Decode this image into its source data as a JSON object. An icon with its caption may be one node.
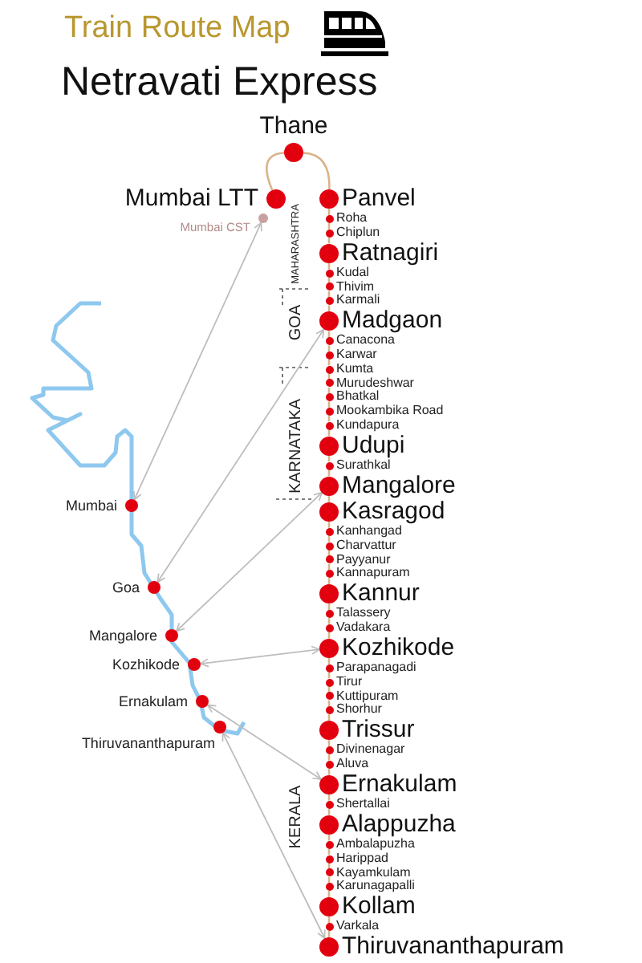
{
  "diagram": {
    "title": "Train Route Map",
    "nodes": [
      {
        "text": [],
        "shape": "circle",
        "beside": [
          "Thane"
        ]
      },
      {
        "text": [],
        "shape": "circle",
        "beside": [
          "Mumbai LTT"
        ]
      },
      {
        "text": [],
        "shape": "circle",
        "beside": [
          "Mumbai CST"
        ]
      },
      {
        "text": [],
        "shape": "circle",
        "beside": [
          "Panvel"
        ]
      },
      {
        "text": [],
        "shape": "circle",
        "beside": [
          "Roha"
        ]
      },
      {
        "text": [],
        "shape": "circle",
        "beside": [
          "Chiplun"
        ]
      },
      {
        "text": [],
        "shape": "circle",
        "beside": [
          "Ratnagiri"
        ]
      },
      {
        "text": [],
        "shape": "circle",
        "beside": [
          "Kudal"
        ]
      },
      {
        "text": [],
        "shape": "circle",
        "beside": [
          "Thivim"
        ]
      },
      {
        "text": [],
        "shape": "circle",
        "beside": [
          "Karmali"
        ]
      },
      {
        "text": [],
        "shape": "circle",
        "beside": [
          "Madgaon"
        ]
      },
      {
        "text": [],
        "shape": "circle",
        "beside": [
          "Canacona"
        ]
      },
      {
        "text": [],
        "shape": "circle",
        "beside": [
          "Karwar"
        ]
      },
      {
        "text": [],
        "shape": "circle",
        "beside": [
          "Kumta"
        ]
      },
      {
        "text": [],
        "shape": "circle",
        "beside": [
          "Murudeshwar"
        ]
      },
      {
        "text": [],
        "shape": "circle",
        "beside": [
          "Bhatkal"
        ]
      },
      {
        "text": [],
        "shape": "circle",
        "beside": [
          "Mookambika Road"
        ]
      },
      {
        "text": [],
        "shape": "circle",
        "beside": [
          "Kundapura"
        ]
      },
      {
        "text": [],
        "shape": "circle",
        "beside": [
          "Udupi"
        ]
      },
      {
        "text": [],
        "shape": "circle",
        "beside": [
          "Surathkal"
        ]
      },
      {
        "text": [],
        "shape": "circle",
        "beside": [
          "Mangalore"
        ]
      },
      {
        "text": [],
        "shape": "circle",
        "beside": [
          "Kasragod"
        ]
      },
      {
        "text": [],
        "shape": "circle",
        "beside": [
          "Kanhangad"
        ]
      },
      {
        "text": [],
        "shape": "circle",
        "beside": [
          "Charvattur"
        ]
      },
      {
        "text": [],
        "shape": "circle",
        "beside": [
          "Payyanur"
        ]
      },
      {
        "text": [],
        "shape": "circle",
        "beside": [
          "Kannapuram"
        ]
      },
      {
        "text": [],
        "shape": "circle",
        "beside": [
          "Kannur"
        ]
      },
      {
        "text": [],
        "shape": "circle",
        "beside": [
          "Talassery"
        ]
      },
      {
        "text": [],
        "shape": "circle",
        "beside": [
          "Vadakara"
        ]
      },
      {
        "text": [],
        "shape": "circle",
        "beside": [
          "Kozhikode"
        ]
      },
      {
        "text": [],
        "shape": "circle",
        "beside": [
          "Parapanagadi"
        ]
      },
      {
        "text": [],
        "shape": "circle",
        "beside": [
          "Tirur"
        ]
      },
      {
        "text": [],
        "shape": "circle",
        "beside": [
          "Kuttipuram"
        ]
      },
      {
        "text": [],
        "shape": "circle",
        "beside": [
          "Shorhur"
        ]
      },
      {
        "text": [],
        "shape": "circle",
        "beside": [
          "Trissur"
        ]
      },
      {
        "text": [],
        "shape": "circle",
        "beside": [
          "Divinenagar"
        ]
      },
      {
        "text": [],
        "shape": "circle",
        "beside": [
          "Aluva"
        ]
      },
      {
        "text": [],
        "shape": "circle",
        "beside": [
          "Ernakulam"
        ]
      },
      {
        "text": [],
        "shape": "circle",
        "beside": [
          "Shertallai"
        ]
      },
      {
        "text": [],
        "shape": "circle",
        "beside": [
          "Alappuzha"
        ]
      },
      {
        "text": [],
        "shape": "circle",
        "beside": [
          "Ambalapuzha"
        ]
      },
      {
        "text": [],
        "shape": "circle",
        "beside": [
          "Harippad"
        ]
      },
      {
        "text": [],
        "shape": "circle",
        "beside": [
          "Kayamkulam"
        ]
      },
      {
        "text": [],
        "shape": "circle",
        "beside": [
          "Karunagapalli"
        ]
      },
      {
        "text": [],
        "shape": "circle",
        "beside": [
          "Kollam"
        ]
      },
      {
        "text": [],
        "shape": "circle",
        "beside": [
          "Varkala"
        ]
      },
      {
        "text": [],
        "shape": "circle",
        "beside": [
          "Thiruvananthapuram"
        ]
      },
      {
        "text": [],
        "shape": "circle",
        "beside": [
          "Mumbai"
        ]
      },
      {
        "text": [],
        "shape": "circle",
        "beside": [
          "Goa"
        ]
      },
      {
        "text": [],
        "shape": "circle",
        "beside": [
          "Mangalore"
        ]
      },
      {
        "text": [],
        "shape": "circle",
        "beside": [
          "Kozhikode"
        ]
      },
      {
        "text": [],
        "shape": "circle",
        "beside": [
          "Ernakulam"
        ]
      },
      {
        "text": [],
        "shape": "circle",
        "beside": [
          "Thiruvananthapuram"
        ]
      }
    ],
    "edges": [
      {
        "from": 0,
        "to": 1,
        "arrow": "none"
      },
      {
        "from": 0,
        "to": 3,
        "arrow": "none"
      },
      {
        "from": 3,
        "to": 4,
        "arrow": "none"
      },
      {
        "from": 4,
        "to": 5,
        "arrow": "none"
      },
      {
        "from": 5,
        "to": 6,
        "arrow": "none"
      },
      {
        "from": 6,
        "to": 7,
        "arrow": "none"
      },
      {
        "from": 7,
        "to": 8,
        "arrow": "none"
      },
      {
        "from": 8,
        "to": 9,
        "arrow": "none"
      },
      {
        "from": 9,
        "to": 10,
        "arrow": "none"
      },
      {
        "from": 10,
        "to": 11,
        "arrow": "none"
      },
      {
        "from": 11,
        "to": 12,
        "arrow": "none"
      },
      {
        "from": 12,
        "to": 13,
        "arrow": "none"
      },
      {
        "from": 13,
        "to": 14,
        "arrow": "none"
      },
      {
        "from": 14,
        "to": 15,
        "arrow": "none"
      },
      {
        "from": 15,
        "to": 16,
        "arrow": "none"
      },
      {
        "from": 16,
        "to": 17,
        "arrow": "none"
      },
      {
        "from": 17,
        "to": 18,
        "arrow": "none"
      },
      {
        "from": 18,
        "to": 19,
        "arrow": "none"
      },
      {
        "from": 19,
        "to": 20,
        "arrow": "none"
      },
      {
        "from": 20,
        "to": 21,
        "arrow": "none"
      },
      {
        "from": 21,
        "to": 22,
        "arrow": "none"
      },
      {
        "from": 22,
        "to": 23,
        "arrow": "none"
      },
      {
        "from": 23,
        "to": 24,
        "arrow": "none"
      },
      {
        "from": 24,
        "to": 25,
        "arrow": "none"
      },
      {
        "from": 25,
        "to": 26,
        "arrow": "none"
      },
      {
        "from": 26,
        "to": 27,
        "arrow": "none"
      },
      {
        "from": 27,
        "to": 28,
        "arrow": "none"
      },
      {
        "from": 28,
        "to": 29,
        "arrow": "none"
      },
      {
        "from": 29,
        "to": 30,
        "arrow": "none"
      },
      {
        "from": 30,
        "to": 31,
        "arrow": "none"
      },
      {
        "from": 31,
        "to": 32,
        "arrow": "none"
      },
      {
        "from": 32,
        "to": 33,
        "arrow": "none"
      },
      {
        "from": 33,
        "to": 34,
        "arrow": "none"
      },
      {
        "from": 34,
        "to": 35,
        "arrow": "none"
      },
      {
        "from": 35,
        "to": 36,
        "arrow": "none"
      },
      {
        "from": 36,
        "to": 37,
        "arrow": "none"
      },
      {
        "from": 37,
        "to": 38,
        "arrow": "none"
      },
      {
        "from": 38,
        "to": 39,
        "arrow": "none"
      },
      {
        "from": 39,
        "to": 40,
        "arrow": "none"
      },
      {
        "from": 40,
        "to": 41,
        "arrow": "none"
      },
      {
        "from": 41,
        "to": 42,
        "arrow": "none"
      },
      {
        "from": 42,
        "to": 43,
        "arrow": "none"
      },
      {
        "from": 43,
        "to": 44,
        "arrow": "none"
      },
      {
        "from": 44,
        "to": 45,
        "arrow": "none"
      },
      {
        "from": 45,
        "to": 46,
        "arrow": "none"
      },
      {
        "from": 2,
        "to": 47,
        "arrow": "both",
        "color": "#bdbdbd"
      },
      {
        "from": 10,
        "to": 48,
        "arrow": "both",
        "color": "#bdbdbd"
      },
      {
        "from": 20,
        "to": 49,
        "arrow": "both",
        "color": "#bdbdbd"
      },
      {
        "from": 29,
        "to": 50,
        "arrow": "both",
        "color": "#bdbdbd"
      },
      {
        "from": 37,
        "to": 51,
        "arrow": "both",
        "color": "#bdbdbd"
      },
      {
        "from": 46,
        "to": 52,
        "arrow": "both",
        "color": "#bdbdbd"
      }
    ],
    "labels": [
      "Netravati Express",
      "MAHARASHTRA",
      "GOA",
      "KARNATAKA",
      "KERALA"
    ]
  }
}
